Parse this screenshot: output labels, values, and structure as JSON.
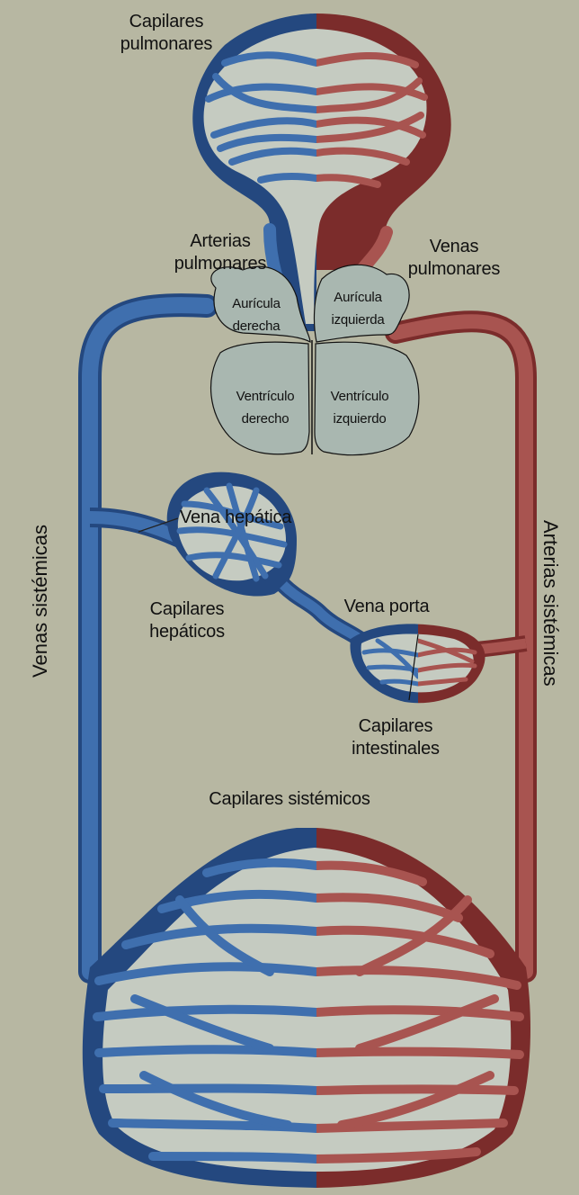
{
  "colors": {
    "background": "#b7b7a2",
    "vein_blue": "#3f6fae",
    "vein_blue_dark": "#24487f",
    "artery_red": "#a85450",
    "artery_red_dark": "#7b2c2b",
    "heart_fill": "#a9b7b0",
    "lumen_fill": "#c5cbc1"
  },
  "labels": {
    "capilares_pulmonares": "Capilares\npulmonares",
    "arterias_pulmonares": "Arterias\npulmonares",
    "venas_pulmonares": "Venas\npulmonares",
    "auricula_derecha": "Aurícula\nderecha",
    "auricula_izquierda": "Aurícula\nizquierda",
    "ventriculo_derecho": "Ventrículo\nderecho",
    "ventriculo_izquierdo": "Ventrículo\nizquierdo",
    "vena_hepatica": "Vena hepática",
    "capilares_hepaticos": "Capilares\nhepáticos",
    "vena_porta": "Vena porta",
    "capilares_intestinales": "Capilares\nintestinales",
    "capilares_sistemicos": "Capilares sistémicos",
    "venas_sistemicas": "Venas sistémicas",
    "arterias_sistemicas": "Arterias sistémicas"
  }
}
